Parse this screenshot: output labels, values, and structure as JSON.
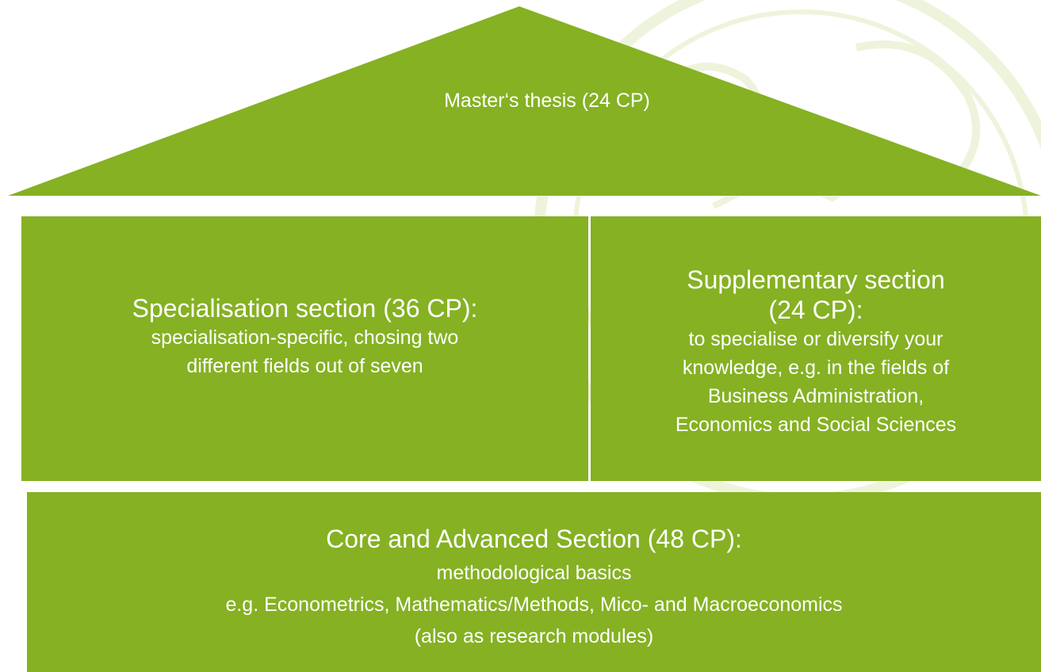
{
  "colors": {
    "green": "#85b123",
    "text": "#ffffff",
    "watermark": "#eef4dc"
  },
  "roof": {
    "label": "Master‘s thesis (24 CP)"
  },
  "specialisation": {
    "heading": "Specialisation section (36 CP):",
    "lines": [
      "specialisation-specific, chosing two",
      "different fields out of seven"
    ]
  },
  "supplementary": {
    "heading_lines": [
      "Supplementary section",
      "(24 CP):"
    ],
    "lines": [
      "to specialise or diversify your",
      "knowledge, e.g. in the fields of",
      "Business Administration,",
      "Economics and Social Sciences"
    ]
  },
  "core": {
    "heading": "Core and Advanced Section (48 CP):",
    "lines": [
      "methodological basics",
      "e.g. Econometrics, Mathematics/Methods, Mico- and Macroeconomics",
      "(also as research modules)"
    ]
  }
}
